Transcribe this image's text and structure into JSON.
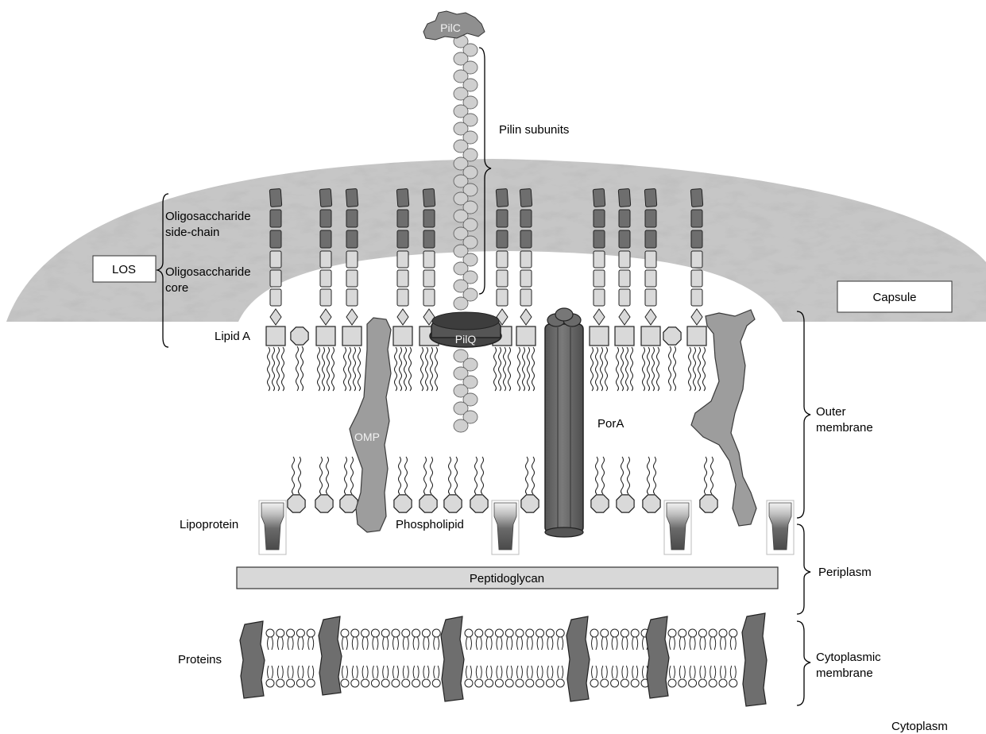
{
  "labels": {
    "pilc": "PilC",
    "pilq": "PilQ",
    "omp": "OMP",
    "pora": "PorA",
    "pilin_subunits": "Pilin subunits",
    "oligo_side_chain_1": "Oligosaccharide",
    "oligo_side_chain_2": "side-chain",
    "oligo_core_1": "Oligosaccharide",
    "oligo_core_2": "core",
    "los": "LOS",
    "lipid_a": "Lipid A",
    "capsule": "Capsule",
    "lipoprotein": "Lipoprotein",
    "phospholipid": "Phospholipid",
    "peptidoglycan": "Peptidoglycan",
    "outer_membrane_1": "Outer",
    "outer_membrane_2": "membrane",
    "periplasm": "Periplasm",
    "cytoplasmic_membrane_1": "Cytoplasmic",
    "cytoplasmic_membrane_2": "membrane",
    "proteins": "Proteins",
    "cytoplasm": "Cytoplasm"
  },
  "colors": {
    "dark_gray": "#6e6e6e",
    "mid_gray": "#9d9d9d",
    "light_gray": "#d9d9d9",
    "pilin_gray": "#cfcfcf",
    "capsule_gray": "#c9c9c9"
  }
}
